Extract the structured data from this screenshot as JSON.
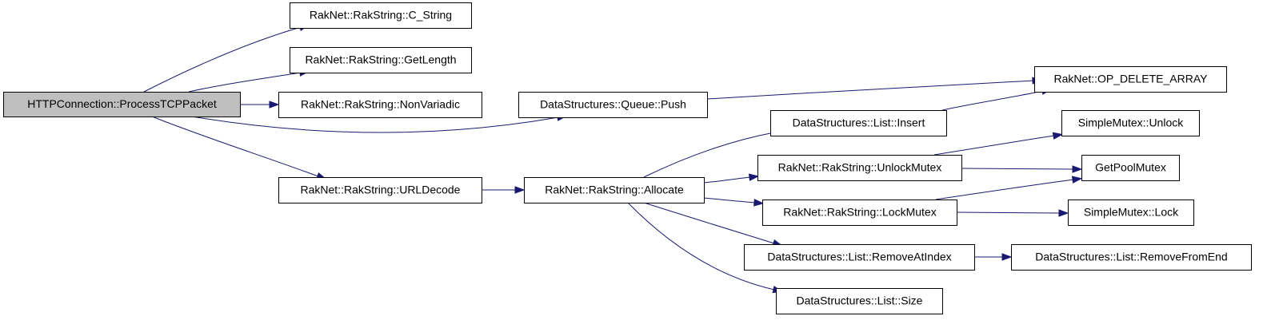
{
  "diagram": {
    "type": "call-graph",
    "edge_color": "#191970",
    "root_fill": "#bfbfbf",
    "nodes": [
      {
        "id": "root",
        "label": "HTTPConnection::ProcessTCPPacket",
        "root": true
      },
      {
        "id": "cstring",
        "label": "RakNet::RakString::C_String"
      },
      {
        "id": "getlength",
        "label": "RakNet::RakString::GetLength"
      },
      {
        "id": "nonvariadic",
        "label": "RakNet::RakString::NonVariadic"
      },
      {
        "id": "urldecode",
        "label": "RakNet::RakString::URLDecode"
      },
      {
        "id": "queuepush",
        "label": "DataStructures::Queue::Push"
      },
      {
        "id": "allocate",
        "label": "RakNet::RakString::Allocate"
      },
      {
        "id": "opdelete",
        "label": "RakNet::OP_DELETE_ARRAY"
      },
      {
        "id": "listinsert",
        "label": "DataStructures::List::Insert"
      },
      {
        "id": "unlockmutex",
        "label": "RakNet::RakString::UnlockMutex"
      },
      {
        "id": "lockmutex",
        "label": "RakNet::RakString::LockMutex"
      },
      {
        "id": "removeatindex",
        "label": "DataStructures::List::RemoveAtIndex"
      },
      {
        "id": "listsize",
        "label": "DataStructures::List::Size"
      },
      {
        "id": "smunlock",
        "label": "SimpleMutex::Unlock"
      },
      {
        "id": "getpoolmutex",
        "label": "GetPoolMutex"
      },
      {
        "id": "smlock",
        "label": "SimpleMutex::Lock"
      },
      {
        "id": "removefromend",
        "label": "DataStructures::List::RemoveFromEnd"
      }
    ],
    "edges": [
      {
        "from": "root",
        "to": "cstring"
      },
      {
        "from": "root",
        "to": "getlength"
      },
      {
        "from": "root",
        "to": "nonvariadic"
      },
      {
        "from": "root",
        "to": "queuepush"
      },
      {
        "from": "root",
        "to": "urldecode"
      },
      {
        "from": "queuepush",
        "to": "opdelete"
      },
      {
        "from": "urldecode",
        "to": "allocate"
      },
      {
        "from": "allocate",
        "to": "listinsert"
      },
      {
        "from": "allocate",
        "to": "unlockmutex"
      },
      {
        "from": "allocate",
        "to": "lockmutex"
      },
      {
        "from": "allocate",
        "to": "removeatindex"
      },
      {
        "from": "allocate",
        "to": "listsize"
      },
      {
        "from": "listinsert",
        "to": "opdelete"
      },
      {
        "from": "unlockmutex",
        "to": "smunlock"
      },
      {
        "from": "unlockmutex",
        "to": "getpoolmutex"
      },
      {
        "from": "lockmutex",
        "to": "getpoolmutex"
      },
      {
        "from": "lockmutex",
        "to": "smlock"
      },
      {
        "from": "removeatindex",
        "to": "removefromend"
      }
    ]
  }
}
